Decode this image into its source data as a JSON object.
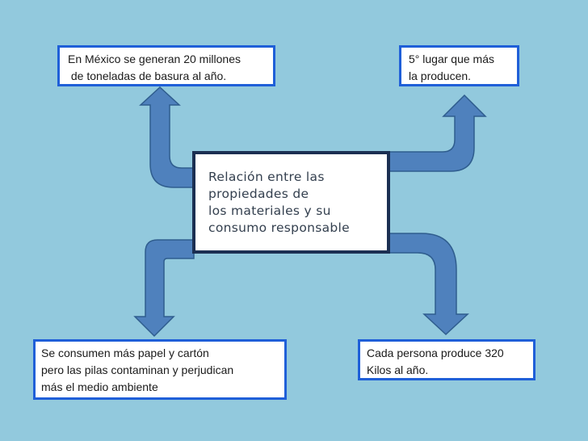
{
  "center": {
    "lines": [
      "Relación entre las",
      "propiedades de",
      "los materiales y su",
      "consumo responsable"
    ]
  },
  "top_left": {
    "lines": [
      "En México se generan 20 millones",
      " de toneladas de basura al año."
    ]
  },
  "top_right": {
    "lines": [
      "5° lugar que más",
      "la producen."
    ]
  },
  "bottom_left": {
    "lines": [
      "Se consumen más papel y cartón",
      "pero las pilas contaminan y perjudican",
      "más el medio ambiente"
    ]
  },
  "bottom_right": {
    "lines": [
      "Cada persona produce 320",
      "Kilos al año."
    ]
  },
  "colors": {
    "background": "#92c9dd",
    "arrow_fill": "#4f81bd",
    "arrow_stroke": "#2f5d8e",
    "box_border": "#1f5fd8",
    "center_border": "#1b2f52"
  }
}
